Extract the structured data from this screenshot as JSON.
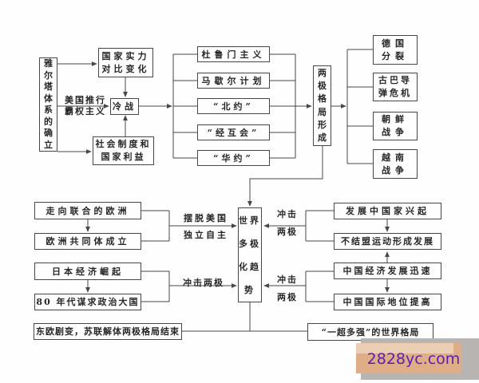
{
  "palette": {
    "line_color": "#474747",
    "text_color": "#262626",
    "background": "#fefefe"
  },
  "nodes": {
    "yalta": "雅尔塔体系的确立",
    "power_shift": {
      "l1": "国家实力",
      "l2": "对比变化"
    },
    "cold_war": "冷战",
    "system_interest": {
      "l1": "社会制度和",
      "l2": "国家利益"
    },
    "truman": "杜鲁门主义",
    "marshall": "马歇尔计划",
    "nato": "“北约”",
    "comecon": "“经互会”",
    "warsaw": "“华约”",
    "bipolar": "两极格局形成",
    "germany": {
      "l1": "德国",
      "l2": "分裂"
    },
    "cuba": {
      "l1": "古巴导",
      "l2": "弹危机"
    },
    "korea": {
      "l1": "朝鲜",
      "l2": "战争"
    },
    "vietnam": {
      "l1": "越南",
      "l2": "战争"
    },
    "europe_union": "走向联合的欧洲",
    "eec": "欧洲共同体成立",
    "japan_rise": "日本经济崛起",
    "japan_political": "80 年代谋求政治大国",
    "multipolar": "世界多极化趋势",
    "developing": "发展中国家兴起",
    "nonaligned": "不结盟运动形成发展",
    "china_econ": "中国经济发展迅速",
    "china_status": "中国国际地位提高",
    "soviet_end": "东欧剧变，苏联解体两极格局结束",
    "one_super": "“一超多强”的世界格局"
  },
  "labels": {
    "us_hegemony": {
      "l1": "美国推行",
      "l2": "霸权主义"
    },
    "independent": {
      "l1": "摆脱美国",
      "l2": "独立自主"
    },
    "impact_left": "冲击两极",
    "impact_right_top": {
      "l1": "冲击",
      "l2": "两极"
    },
    "impact_right_bottom": {
      "l1": "冲击",
      "l2": "两极"
    }
  },
  "watermark": {
    "text": "2828yc.com",
    "text_color": "#5a1db6",
    "bg_main": "#e0ae86",
    "bg_light": "#ebceb4",
    "bg_gray": "#b7b4b1"
  }
}
